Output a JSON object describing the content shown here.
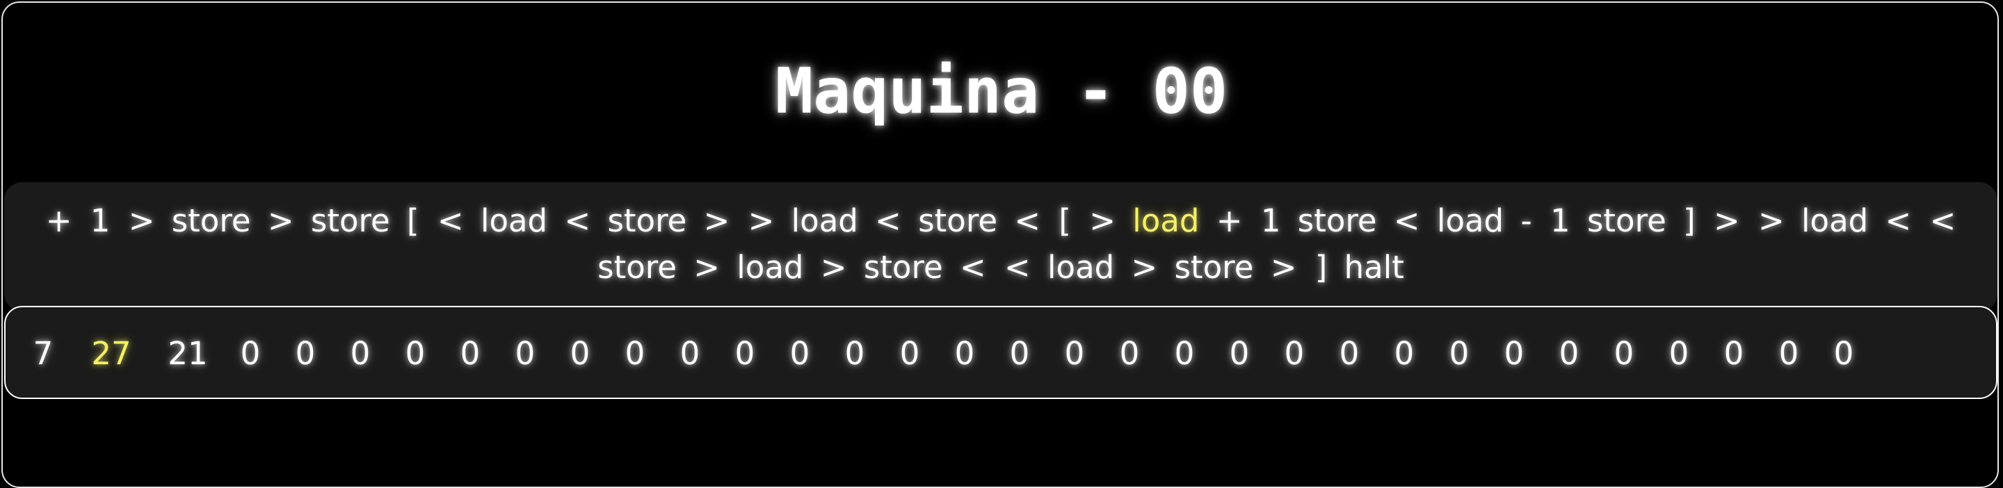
{
  "title": "Maquina - 00",
  "program": {
    "tokens": [
      "+",
      "1",
      ">",
      "store",
      ">",
      "store",
      "[",
      "<",
      "load",
      "<",
      "store",
      ">",
      ">",
      "load",
      "<",
      "store",
      "<",
      "[",
      ">",
      "load",
      "+",
      "1",
      "store",
      "<",
      "load",
      "-",
      "1",
      "store",
      "]",
      ">",
      ">",
      "load",
      "<",
      "<",
      "store",
      ">",
      "load",
      ">",
      "store",
      "<",
      "<",
      "load",
      ">",
      "store",
      ">",
      "]",
      "halt"
    ],
    "active_index": 19
  },
  "memory": {
    "cells": [
      "7",
      "27",
      "21",
      "0",
      "0",
      "0",
      "0",
      "0",
      "0",
      "0",
      "0",
      "0",
      "0",
      "0",
      "0",
      "0",
      "0",
      "0",
      "0",
      "0",
      "0",
      "0",
      "0",
      "0",
      "0",
      "0",
      "0",
      "0",
      "0",
      "0",
      "0",
      "0",
      "0"
    ],
    "active_index": 1
  },
  "colors": {
    "background": "#000000",
    "panel": "#1b1b1b",
    "text": "#ffffff",
    "highlight": "#f4f06a"
  }
}
